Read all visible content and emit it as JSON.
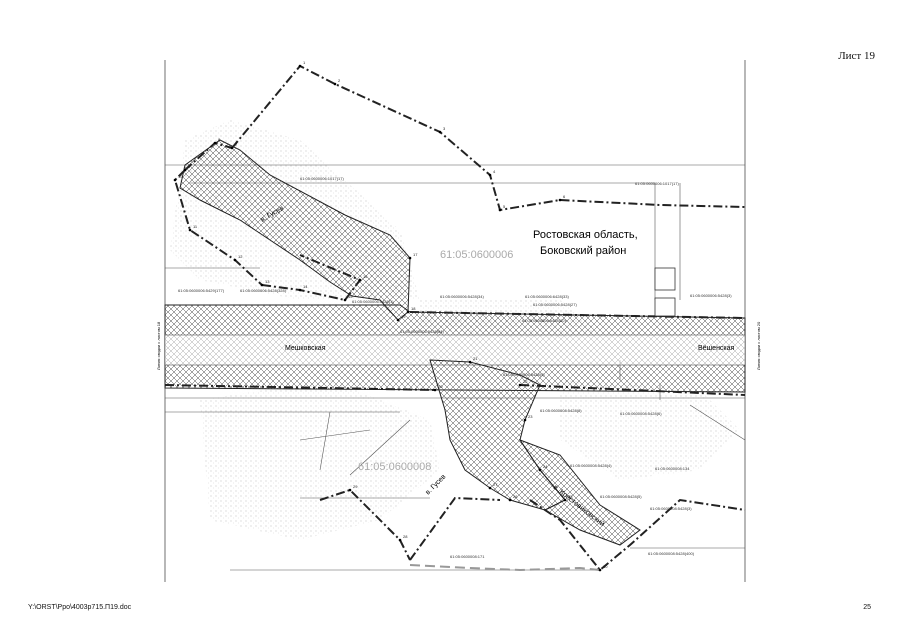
{
  "sheet_label": "Лист 19",
  "footer_path": "Y:\\ORST\\Ppo\\4003р715.П19.doc",
  "page_number": "25",
  "map": {
    "region_label_line1": "Ростовская область,",
    "region_label_line2": "Боковский район",
    "cadastral_block_north": "61:05:0600006",
    "cadastral_block_south": "61:05:0600008",
    "place_left": "Мешковская",
    "place_right": "Вёшенская",
    "street_1": "в. Гусев",
    "street_2": "в. Гусев",
    "street_3": "в. Крестовиковский",
    "left_vertical": "Линия сводки с листом 18",
    "right_vertical": "Линия сводки с листом 20",
    "parcels": [
      "61:05:0600006:1017(17)",
      "61:05:0600006:1017(17)",
      "61:05:0600006:5429(177)",
      "61:05:0600006:5428(328)",
      "61:05:0600006:5428(1)",
      "61:05:0600006:5428(34)",
      "61:05:0600006:6428(33)",
      "61:05:0600006:5428(27)",
      "61:05:0600006:5428(80)",
      "61:05:0600006:5428(84)",
      "61:05:0600006:5428(3)",
      "61:05:0600006:5428(4)",
      "61:05:0600008:5428(8)",
      "61:05:0600008:5428(4)",
      "61:05:0600008:5428(6)",
      "61:05:0600008:5428(5)",
      "61:05:0600008:134",
      "61:05:0600008:5428(3)",
      "61:05:0600008:171",
      "61:05:0600008:5428(400)"
    ],
    "points": [
      "1",
      "2",
      "3",
      "4",
      "5",
      "6",
      "7",
      "8",
      "9",
      "10",
      "11",
      "12",
      "13",
      "14",
      "15",
      "16",
      "17",
      "18",
      "19",
      "20",
      "21",
      "22",
      "23",
      "24",
      "25",
      "26",
      "27",
      "28",
      "29",
      "30"
    ]
  }
}
